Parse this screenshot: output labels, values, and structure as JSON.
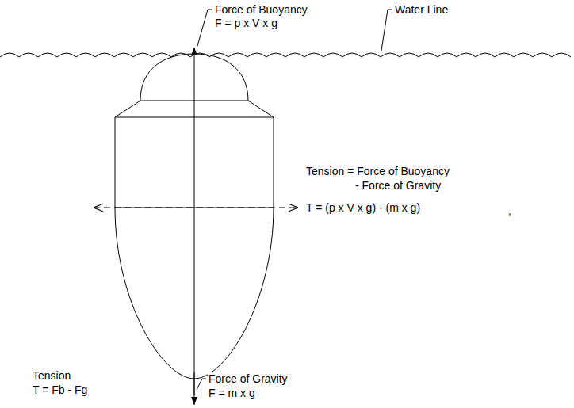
{
  "diagram": {
    "labels": [
      "Force of Buoyancy",
      "F = p x V x g",
      "Water Line",
      "Tension = Force of Buoyancy",
      "- Force of Gravity",
      "T = (p x V x g) - (m x g)",
      ",",
      "Tension",
      "T = Fb - Fg",
      "Force of Gravity",
      "F = m x g"
    ]
  }
}
